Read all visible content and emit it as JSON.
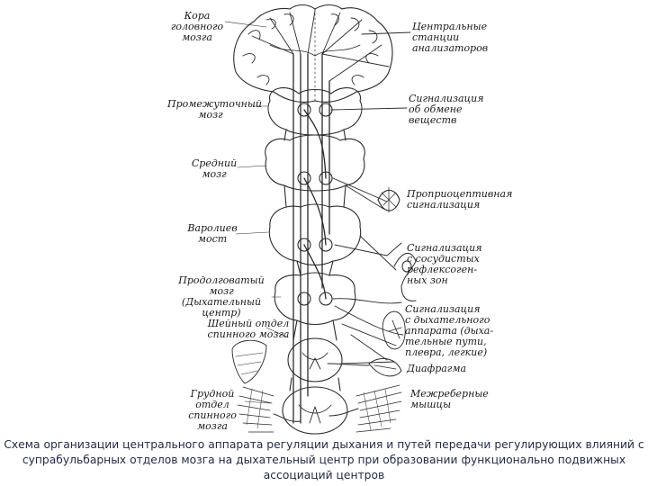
{
  "diagram": {
    "left_labels": {
      "cortex": "Кора\nголовного\nмозга",
      "diencephalon": "Промежуточный\nмозг",
      "midbrain": "Средний\nмозг",
      "pons": "Варолиев\nмост",
      "medulla": "Продолговатый\nмозг\n(Дыхательный центр)",
      "cervical": "Шейный отдел\nспинного мозга",
      "thoracic": "Грудной отдел\nспинного\nмозга"
    },
    "right_labels": {
      "analyzers": "Центральные\nстанции\nанализаторов",
      "metabolism": "Сигнализация\nоб обмене\nвеществ",
      "proprioceptive": "Проприоцептивная\nсигнализация",
      "vascular": "Сигнализация\nс сосудистых\nрефлексоген-\nных зон",
      "respiratory": "Сигнализация\nс дыхательного\nаппарата (дыха-\nтельные пути,\nплевра, легкие)",
      "diaphragm": "Диафрагма",
      "intercostal": "Межреберные\nмышцы"
    }
  },
  "caption": "Схема организации центрального аппарата регуляции дыхания и путей передачи регулирующих влияний с супрабульбарных отделов мозга на дыхательный центр при образовании функционально подвижных ассоциаций центров"
}
